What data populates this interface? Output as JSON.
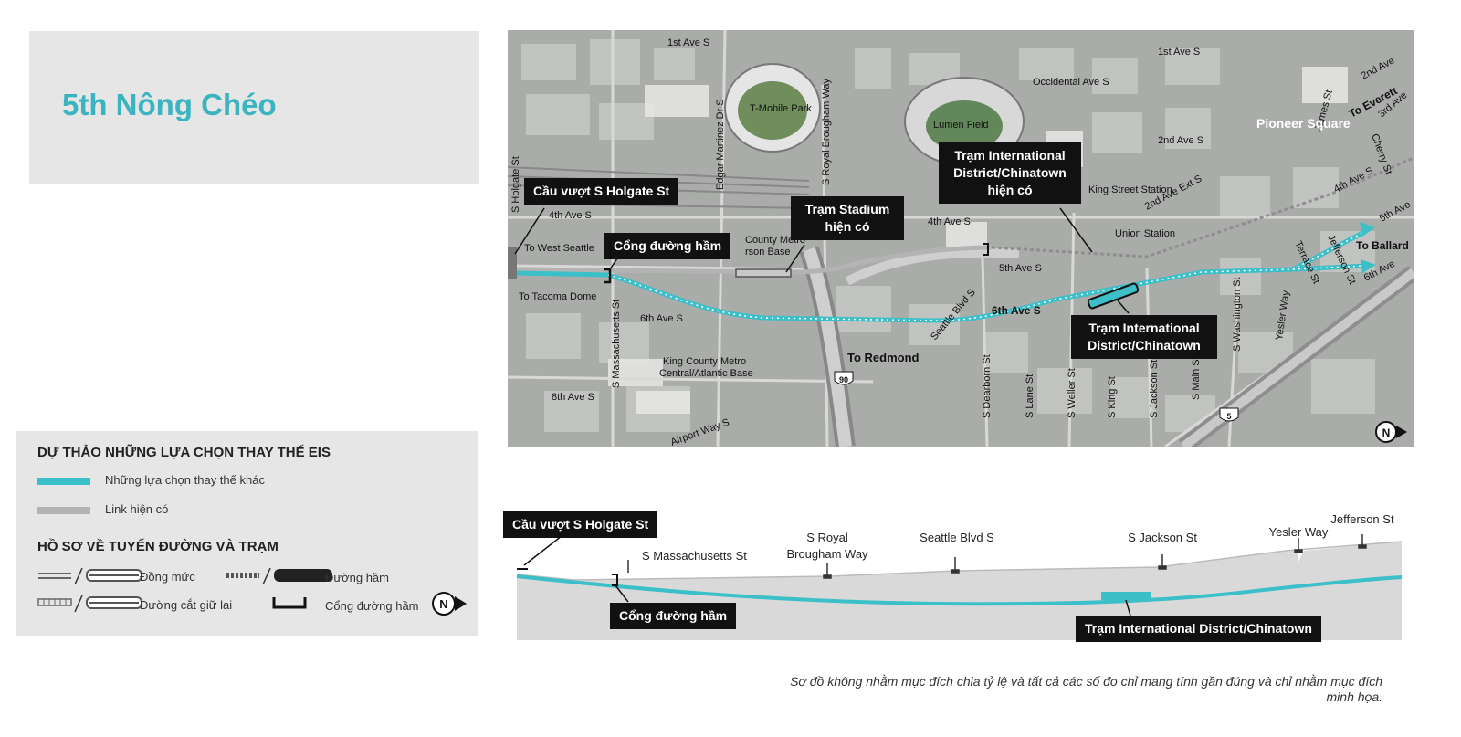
{
  "title": "5th Nông Chéo",
  "legend": {
    "section1_title": "DỰ THẢO NHỮNG LỰA CHỌN THAY THẾ EIS",
    "other_alternatives": "Những lựa chọn thay thế khác",
    "existing_link": "Link hiện có",
    "section2_title": "HỒ SƠ VỀ TUYẾN ĐƯỜNG VÀ TRẠM",
    "at_grade": "Đồng mức",
    "tunnel": "Đường hầm",
    "retained_cut": "Đường cắt giữ lại",
    "tunnel_portal": "Cổng đường hầm",
    "north": "N",
    "colors": {
      "alternative": "#3bbfc8",
      "existing": "#b3b3b3"
    }
  },
  "map": {
    "callouts": {
      "holgate": "Cầu vượt S Holgate St",
      "portal": "Cổng đường hầm",
      "stadium": "Trạm Stadium hiện có",
      "idc_existing": "Trạm International District/Chinatown hiện có",
      "idc_new": "Trạm International District/Chinatown"
    },
    "labels": {
      "first_ave_top": "1st Ave S",
      "tmobile": "T-Mobile Park",
      "royal_brougham": "S Royal Brougham Way",
      "edgar_martinez": "Edgar Martinez Dr S",
      "lumen": "Lumen Field",
      "occidental": "Occidental Ave S",
      "first_ave_right": "1st Ave S",
      "second_ave_right": "2nd Ave",
      "james": "James St",
      "to_everett": "To Everett",
      "third_ave": "3rd Ave",
      "pioneer_square": "Pioneer Square",
      "second_ave_s": "2nd Ave S",
      "cherry": "Cherry St",
      "holgate_st": "S Holgate St",
      "fourth_ave_left": "4th Ave S",
      "county_metro_upper": "County Metro",
      "rson_base": "rson Base",
      "fourth_ave_mid": "4th Ave S",
      "king_street": "King Street Station",
      "second_ave_ext": "2nd Ave Ext S",
      "fourth_ave_right": "4th Ave S",
      "fifth_ave_right": "5th Ave",
      "to_west_seattle": "To West Seattle",
      "union_station": "Union Station",
      "terrace": "Terrace St",
      "jefferson": "Jefferson St",
      "to_ballard": "To Ballard",
      "sixth_ave_right": "6th Ave",
      "fifth_ave_s": "5th Ave S",
      "to_tacoma": "To Tacoma Dome",
      "seattle_blvd": "Seattle Blvd S",
      "sixth_ave_s": "6th Ave S",
      "sixth_ave_left": "6th Ave S",
      "massachusetts": "S Massachusetts St",
      "washington": "S Washington St",
      "yesler": "Yesler Way",
      "to_redmond": "To Redmond",
      "kcm_central": "King County Metro",
      "central_atlantic": "Central/Atlantic Base",
      "i90": "90",
      "eighth_ave": "8th Ave S",
      "dearborn": "S Dearborn St",
      "lane": "S Lane St",
      "weller": "S Weller St",
      "king": "S King St",
      "jackson": "S Jackson St",
      "main": "S Main St",
      "i5": "5",
      "airport_way": "Airport Way S",
      "north": "N"
    }
  },
  "profile": {
    "holgate": "Cầu vượt S Holgate St",
    "massachusetts": "S Massachusetts St",
    "royal_line1": "S Royal",
    "royal_line2": "Brougham Way",
    "seattle_blvd": "Seattle Blvd S",
    "jackson": "S Jackson St",
    "yesler": "Yesler Way",
    "jefferson": "Jefferson St",
    "portal": "Cổng đường hầm",
    "station": "Trạm International District/Chinatown"
  },
  "disclaimer": "Sơ đồ không nhằm mục đích chia tỷ lệ và tất cả các số đo chỉ mang tính gần đúng và chỉ nhằm mục đích minh họa."
}
